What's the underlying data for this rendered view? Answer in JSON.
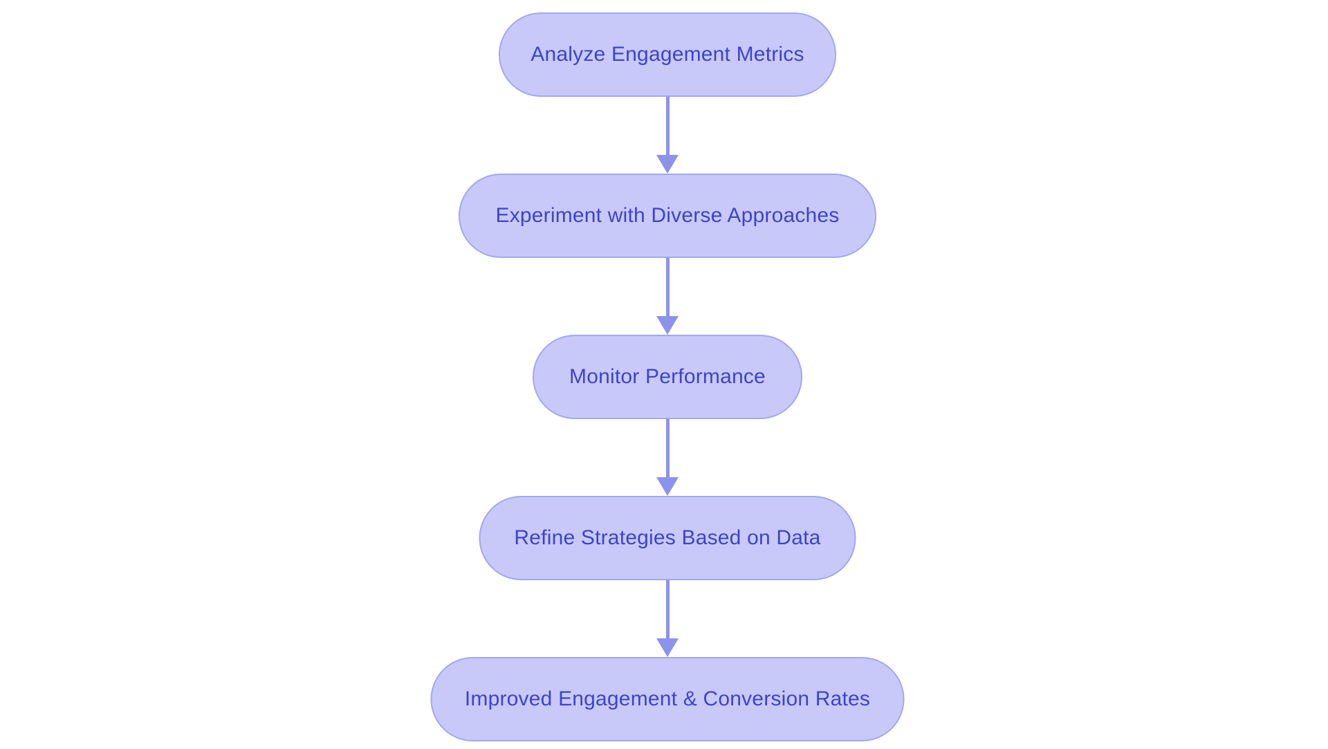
{
  "diagram": {
    "type": "flowchart",
    "direction": "top-down",
    "nodes": [
      {
        "id": "analyze",
        "label": "Analyze Engagement Metrics"
      },
      {
        "id": "experiment",
        "label": "Experiment with Diverse Approaches"
      },
      {
        "id": "monitor",
        "label": "Monitor Performance"
      },
      {
        "id": "refine",
        "label": "Refine Strategies Based on Data"
      },
      {
        "id": "improved",
        "label": "Improved Engagement & Conversion Rates"
      }
    ],
    "edges": [
      {
        "from": "analyze",
        "to": "experiment"
      },
      {
        "from": "experiment",
        "to": "monitor"
      },
      {
        "from": "monitor",
        "to": "refine"
      },
      {
        "from": "refine",
        "to": "improved"
      }
    ],
    "colors": {
      "background": "#ffffff",
      "node_fill": "#c8c9f8",
      "node_border": "#a2a7f0",
      "node_text": "#3e42cd",
      "arrow": "#8d92ec"
    }
  }
}
